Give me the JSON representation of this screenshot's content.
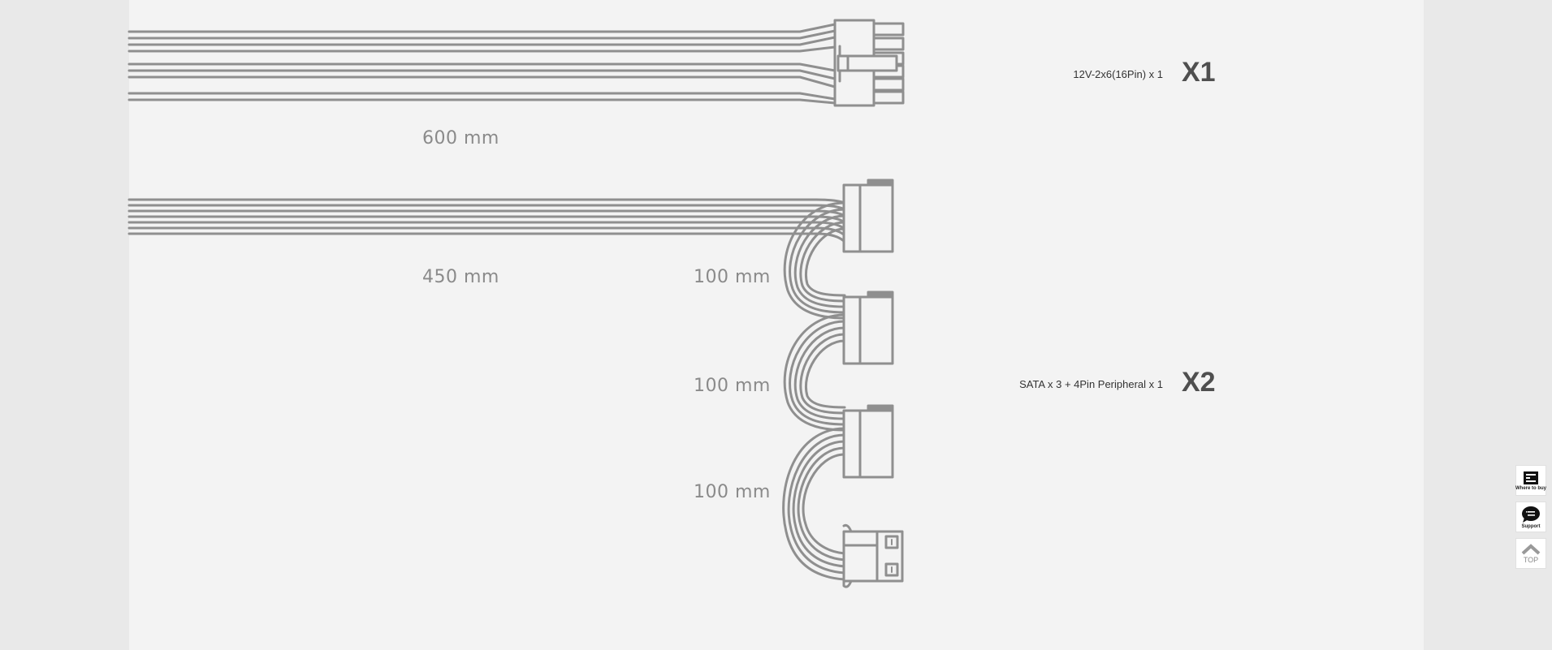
{
  "cables": [
    {
      "connector": "12V-2x6(16Pin) x 1",
      "quantity": "X1",
      "lengths": [
        "600 mm"
      ]
    },
    {
      "connector": "SATA x 3 + 4Pin Peripheral x 1",
      "quantity": "X2",
      "lengths": [
        "450 mm",
        "100 mm",
        "100 mm",
        "100 mm"
      ]
    }
  ],
  "floating_buttons": [
    {
      "label": "Where to buy",
      "icon": "store-icon"
    },
    {
      "label": "Support",
      "icon": "chat-bubble-icon"
    },
    {
      "label": "TOP",
      "icon": "chevron-up-icon"
    }
  ],
  "colors": {
    "page_bg": "#e9e9e9",
    "panel_bg": "#f3f3f3",
    "wire": "#8f8f8f",
    "text_dim": "#8a8a8a",
    "text_qty": "#4f4f4f"
  }
}
